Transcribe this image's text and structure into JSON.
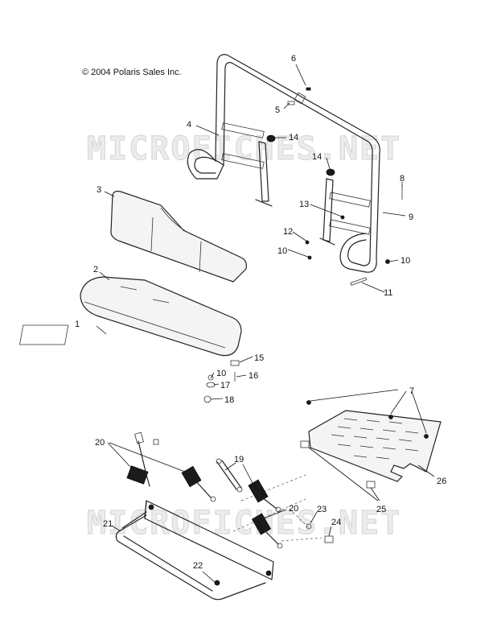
{
  "copyright": "© 2004 Polaris Sales Inc.",
  "watermarks": [
    "MICROFICHES.NET",
    "MICROFICHES.NET"
  ],
  "callouts": [
    "1",
    "2",
    "3",
    "4",
    "5",
    "6",
    "7",
    "8",
    "9",
    "10",
    "10",
    "10",
    "11",
    "12",
    "13",
    "14",
    "14",
    "15",
    "16",
    "17",
    "18",
    "19",
    "20",
    "20",
    "21",
    "22",
    "23",
    "24",
    "25",
    "26"
  ]
}
